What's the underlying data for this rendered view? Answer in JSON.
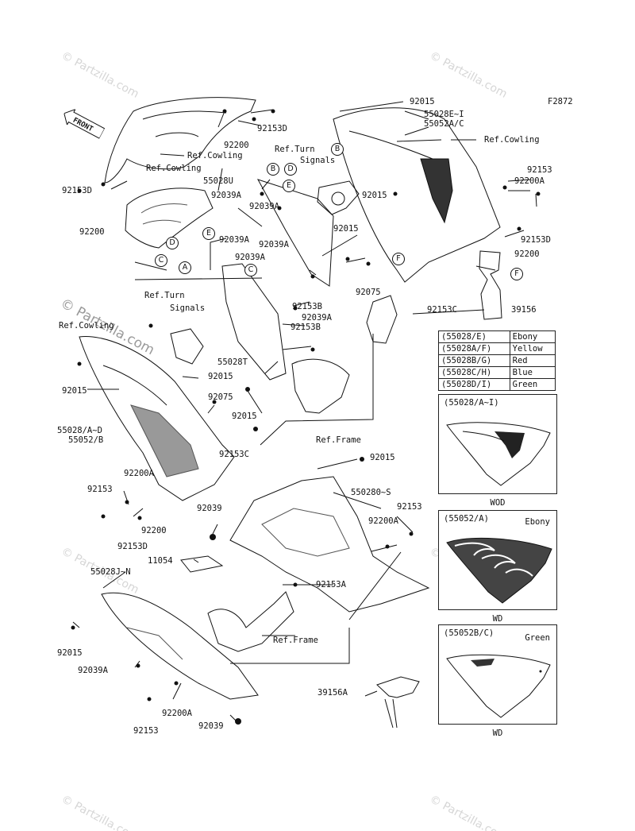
{
  "figure_code": "F2872",
  "front_label": "FRONT",
  "watermark": "© Partzilla.com",
  "part_labels": {
    "p92015_top": "92015",
    "p55028EI": "55028E~I",
    "p55052AC": "55052A/C",
    "refcowl_r": "Ref.Cowling",
    "p92153_r": "92153",
    "p92200A_r": "92200A",
    "p92153D_r": "92153D",
    "p92200_r": "92200",
    "p39156": "39156",
    "p92153C_r": "92153C",
    "p92153D_top": "92153D",
    "p92200_top": "92200",
    "refcowl_a": "Ref.Cowling",
    "refturn_a": "Ref.Turn",
    "signals_a": "Signals",
    "refcowl_b": "Ref.Cowling",
    "p55028U": "55028U",
    "p92039A_1": "92039A",
    "p92039A_2": "92039A",
    "p92039A_3": "92039A",
    "p92039A_4": "92039A",
    "p92039A_5": "92039A",
    "p92015_m1": "92015",
    "p92015_m2": "92015",
    "p92153D_l": "92153D",
    "p92200_l": "92200",
    "p92075_r": "92075",
    "p92153B_1": "92153B",
    "p92153B_2": "92153B",
    "p92039A_6": "92039A",
    "refturn_b": "Ref.Turn",
    "signals_b": "Signals",
    "refcowl_c": "Ref.Cowling",
    "p55028T": "55028T",
    "p92015_m3": "92015",
    "p92015_l": "92015",
    "p92075_l": "92075",
    "p92015_m4": "92015",
    "p55028AD": "55028/A~D",
    "p55052B": "55052/B",
    "refframe_a": "Ref.Frame",
    "p92153C_m": "92153C",
    "p92200A_l": "92200A",
    "p92153_l": "92153",
    "p92015_b1": "92015",
    "p550280S": "550280~S",
    "p92153_b1": "92153",
    "p92039_b": "92039",
    "p92200_b": "92200",
    "p92200A_b": "92200A",
    "p92153D_b": "92153D",
    "p11054": "11054",
    "p55028JN": "55028J~N",
    "p92153A": "92153A",
    "refframe_b": "Ref.Frame",
    "p92015_b2": "92015",
    "p92039A_b": "92039A",
    "p39156A": "39156A",
    "p92200A_bb": "92200A",
    "p92153_bb": "92153",
    "p92039_bb": "92039"
  },
  "callouts": [
    "A",
    "B",
    "C",
    "D",
    "E",
    "F"
  ],
  "color_table": [
    {
      "code": "(55028/E)",
      "color": "Ebony"
    },
    {
      "code": "(55028A/F)",
      "color": "Yellow"
    },
    {
      "code": "(55028B/G)",
      "color": "Red"
    },
    {
      "code": "(55028C/H)",
      "color": "Blue"
    },
    {
      "code": "(55028D/I)",
      "color": "Green"
    }
  ],
  "variant_boxes": [
    {
      "title": "(55028/A~I)",
      "name": "",
      "footer": "WOD"
    },
    {
      "title": "(55052/A)",
      "name": "Ebony",
      "footer": "WD"
    },
    {
      "title": "(55052B/C)",
      "name": "Green",
      "footer": "WD"
    }
  ],
  "colors": {
    "line": "#111111",
    "watermark": "#d6d6d6",
    "shading": "#555555"
  }
}
